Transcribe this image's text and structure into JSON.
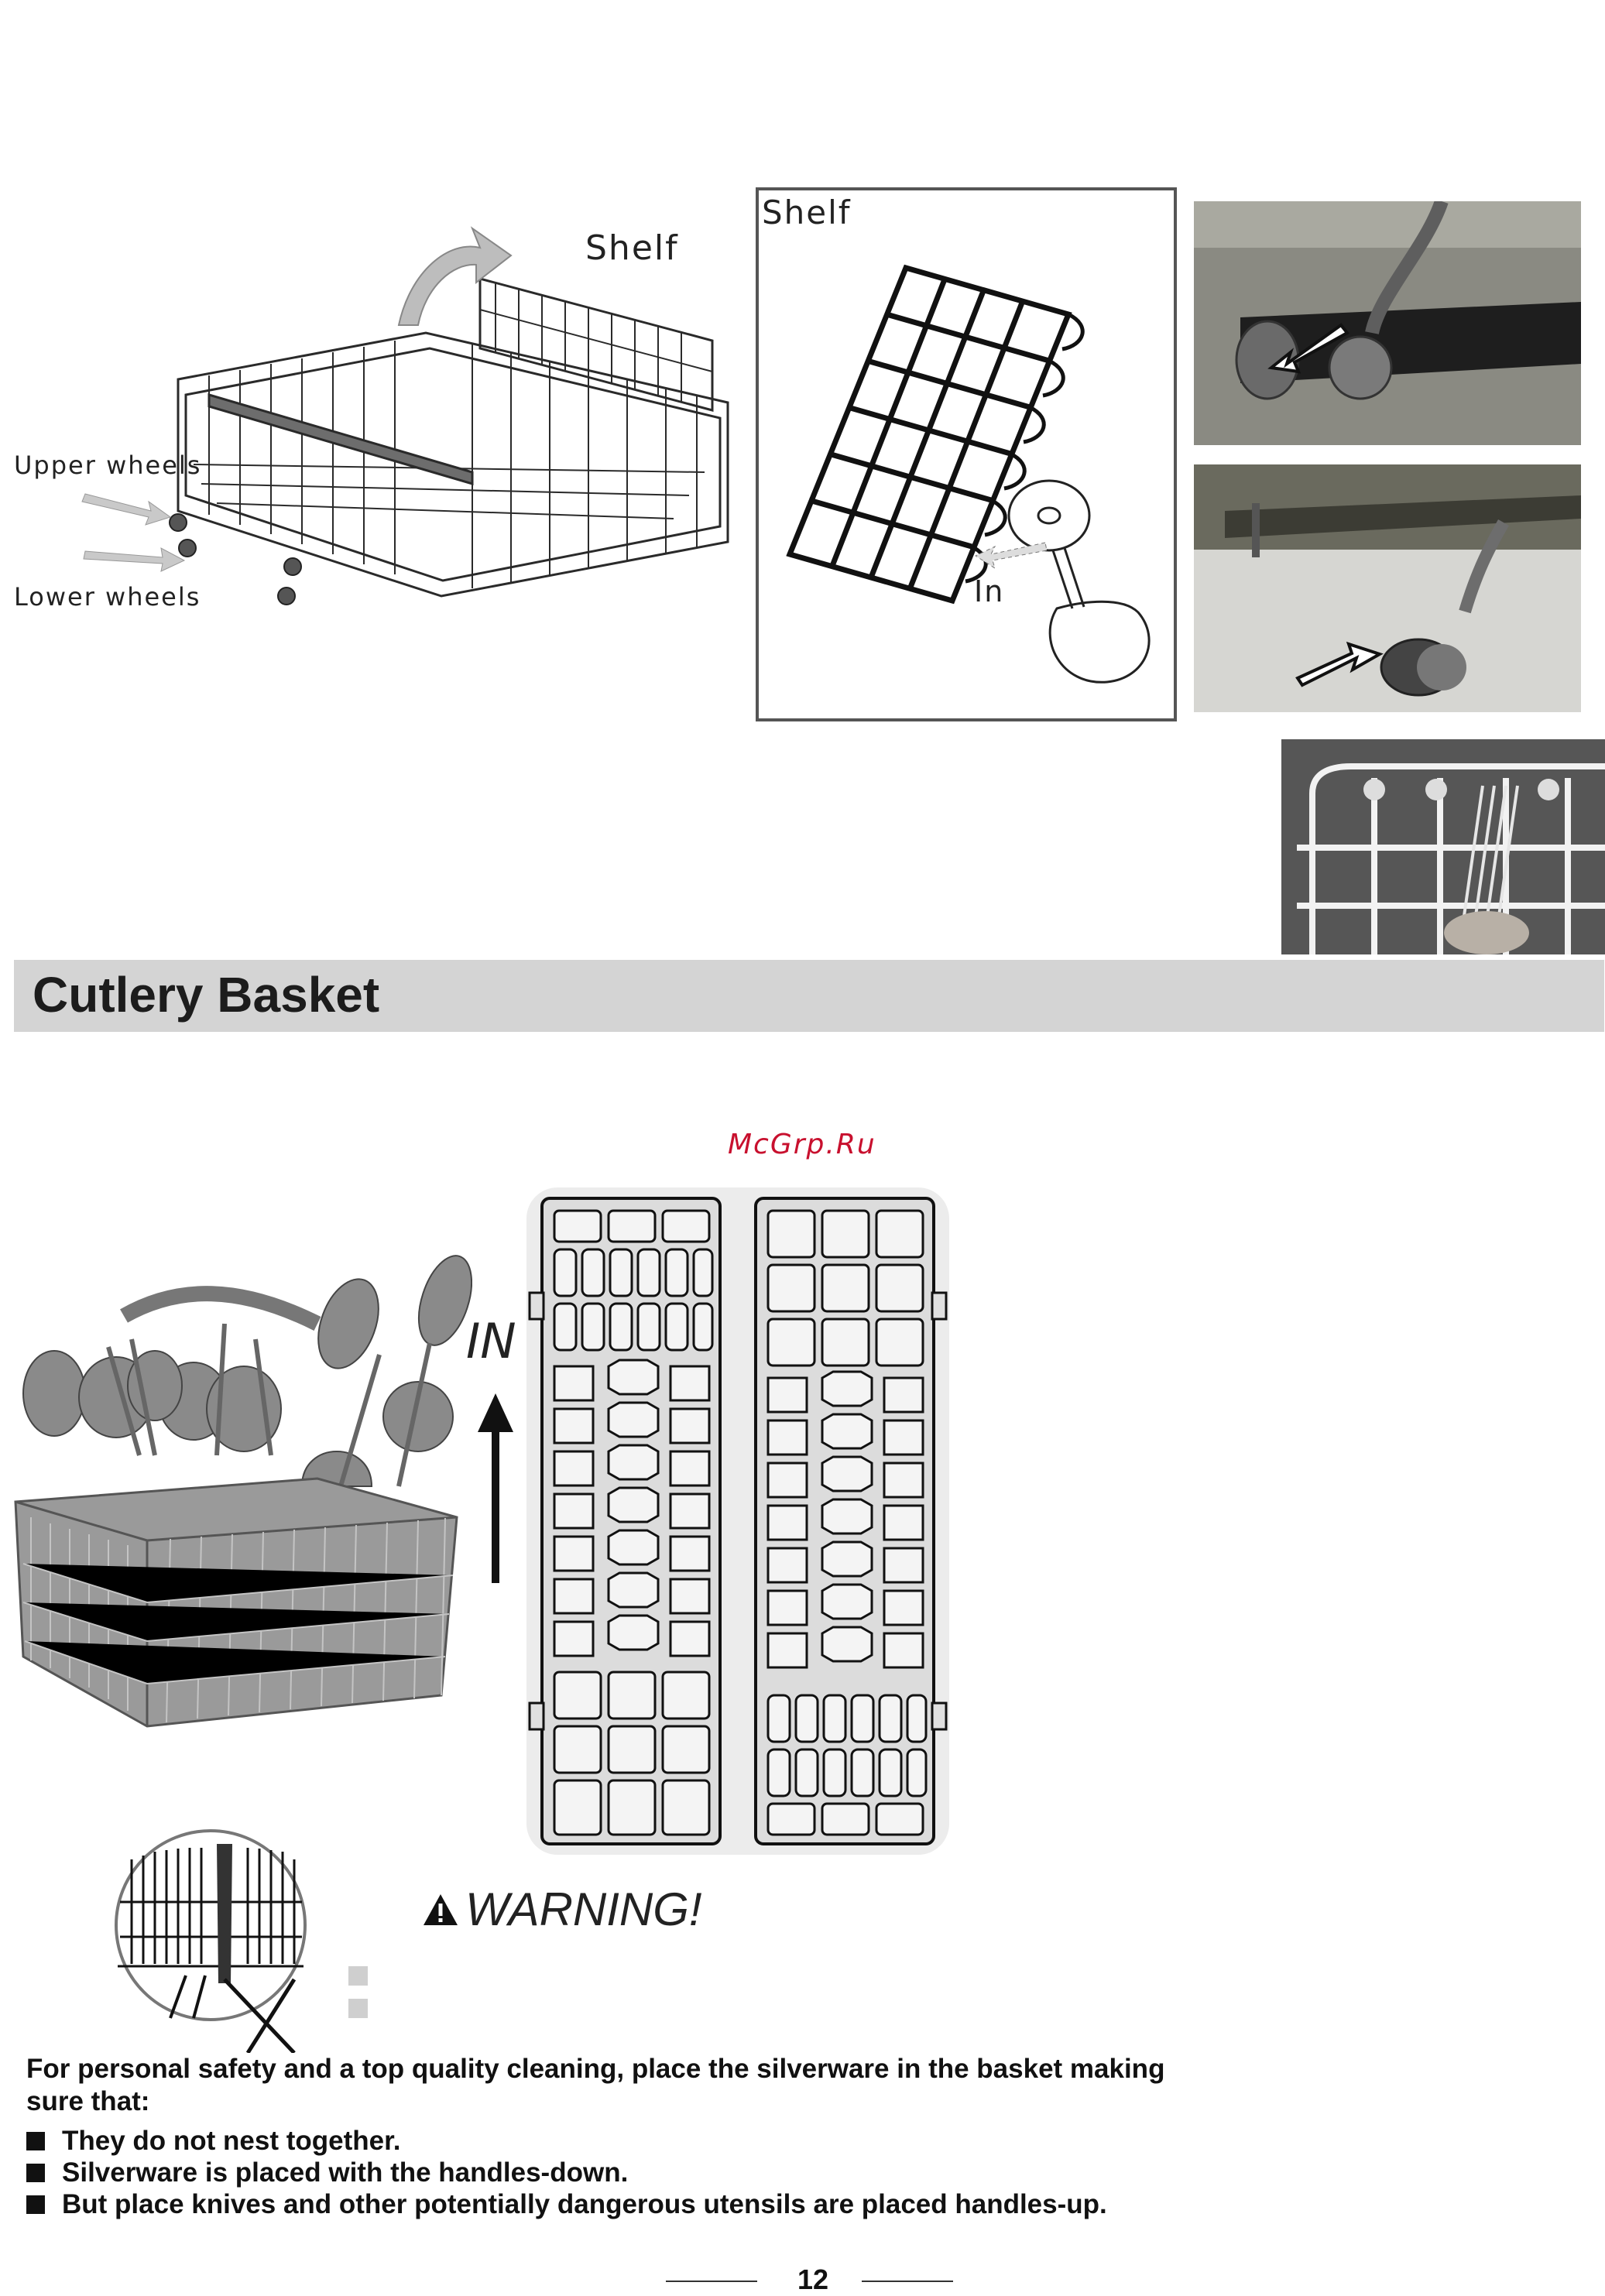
{
  "top_figures": {
    "shelf_label_main": "Shelf",
    "upper_wheels_label": "Upper wheels",
    "lower_wheels_label": "Lower wheels",
    "shelf_label_box": "Shelf",
    "in_label_box": "In"
  },
  "section": {
    "title": "Cutlery Basket"
  },
  "watermark": "McGrp.Ru",
  "basket_figure": {
    "in_label": "IN"
  },
  "warning": {
    "title": "WARNING!"
  },
  "instructions": {
    "intro": "For personal safety and a  top quality cleaning, place the silverware in the basket making sure that:",
    "items": [
      "They do not nest together.",
      "Silverware is placed  with the handles-down.",
      "But place knives and other potentially  dangerous utensils are placed handles-up."
    ]
  },
  "page_number": "12"
}
